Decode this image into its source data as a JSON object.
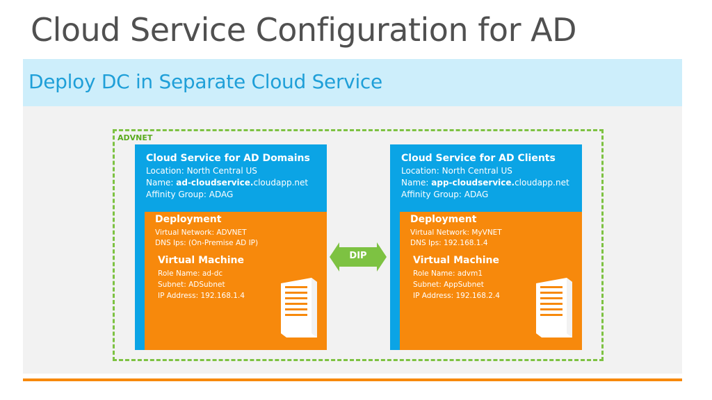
{
  "title": "Cloud Service Configuration for AD",
  "subtitle": "Deploy DC in Separate Cloud Service",
  "vnet_label": "ADVNET",
  "connector_label": "DIP",
  "colors": {
    "cloud_service": "#0ba4e5",
    "deployment": "#f7890c",
    "vnet_border": "#7dc242",
    "connector": "#7dc242",
    "band": "#cdeefb",
    "subtitle_text": "#1f9fd8"
  },
  "left": {
    "title": "Cloud Service for AD Domains",
    "location": "Location: North Central US",
    "name_prefix": "Name: ",
    "name_bold": "ad-cloudservice.",
    "name_suffix": "cloudapp.net",
    "affinity": "Affinity Group: ADAG",
    "deployment": {
      "title": "Deployment",
      "vnet": "Virtual Network: ADVNET",
      "dns": "DNS Ips: (On-Premise AD IP)"
    },
    "vm": {
      "title": "Virtual Machine",
      "role": "Role Name: ad-dc",
      "subnet": "Subnet: ADSubnet",
      "ip": "IP Address: 192.168.1.4"
    },
    "icon": "server-icon"
  },
  "right": {
    "title": "Cloud Service for AD Clients",
    "location": "Location: North Central US",
    "name_prefix": "Name: ",
    "name_bold": "app-cloudservice.",
    "name_suffix": "cloudapp.net",
    "affinity": "Affinity Group: ADAG",
    "deployment": {
      "title": "Deployment",
      "vnet": "Virtual Network: MyVNET",
      "dns": "DNS Ips: 192.168.1.4"
    },
    "vm": {
      "title": "Virtual Machine",
      "role": "Role Name: advm1",
      "subnet": "Subnet: AppSubnet",
      "ip": "IP Address: 192.168.2.4"
    },
    "icon": "server-icon"
  }
}
